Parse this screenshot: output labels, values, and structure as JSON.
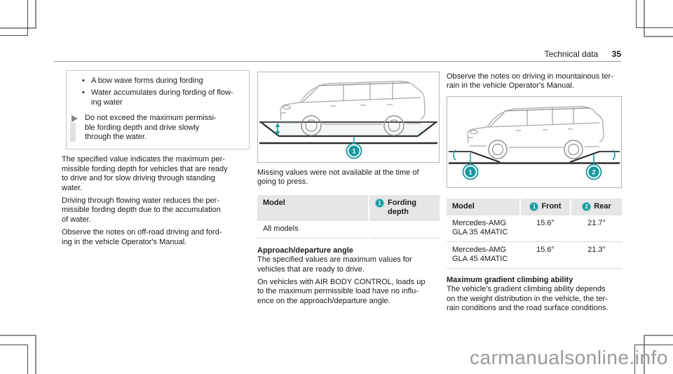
{
  "header": {
    "title": "Technical data",
    "page_number": "35"
  },
  "colors": {
    "accent_teal": "#14989d"
  },
  "left": {
    "note": {
      "bullet_glyph": "•",
      "bullets": [
        "A bow wave forms during fording",
        "Water accumulates during fording of flow-\ning water"
      ],
      "action": "Do not exceed the maximum permissi-\nble fording depth and drive slowly\nthrough the water."
    },
    "paragraphs": [
      "The specified value indicates the maximum per-\nmissible fording depth for vehicles that are ready\nto drive and for slow driving through standing\nwater.",
      "Driving through flowing water reduces the per-\nmissible fording depth due to the accumulation\nof water.",
      "Observe the notes on off-road driving and ford-\ning in the vehicle Operator's Manual."
    ]
  },
  "middle": {
    "figure": {
      "marker": "1"
    },
    "note": "Missing values were not available at the time of\ngoing to press.",
    "table": {
      "model_header": "Model",
      "value_marker": "1",
      "value_header": "Fording\ndepth",
      "rows": [
        {
          "model": "All models",
          "value": ""
        }
      ]
    },
    "heading": "Approach/departure angle",
    "paragraphs": [
      "The specified values are maximum values for\nvehicles that are ready to drive.",
      "On vehicles with AIR BODY CONTROL, loads up\nto the maximum permissible load have no influ-\nence on the approach/departure angle."
    ]
  },
  "right": {
    "intro": "Observe the notes on driving in mountainous ter-\nrain in the vehicle Operator's Manual.",
    "figure": {
      "front_marker": "1",
      "rear_marker": "2"
    },
    "table": {
      "model_header": "Model",
      "front_marker": "1",
      "front_header": "Front",
      "rear_marker": "2",
      "rear_header": "Rear",
      "rows": [
        {
          "model": "Mercedes-AMG\nGLA 35 4MATIC",
          "front": "15.6°",
          "rear": "21.7°"
        },
        {
          "model": "Mercedes-AMG\nGLA 45 4MATIC",
          "front": "15.6°",
          "rear": "21.3°"
        }
      ]
    },
    "heading": "Maximum gradient climbing ability",
    "text": "The vehicle's gradient climbing ability depends\non the weight distribution in the vehicle, the ter-\nrain conditions and the road surface conditions."
  },
  "watermark": "carmanualsonline.info"
}
